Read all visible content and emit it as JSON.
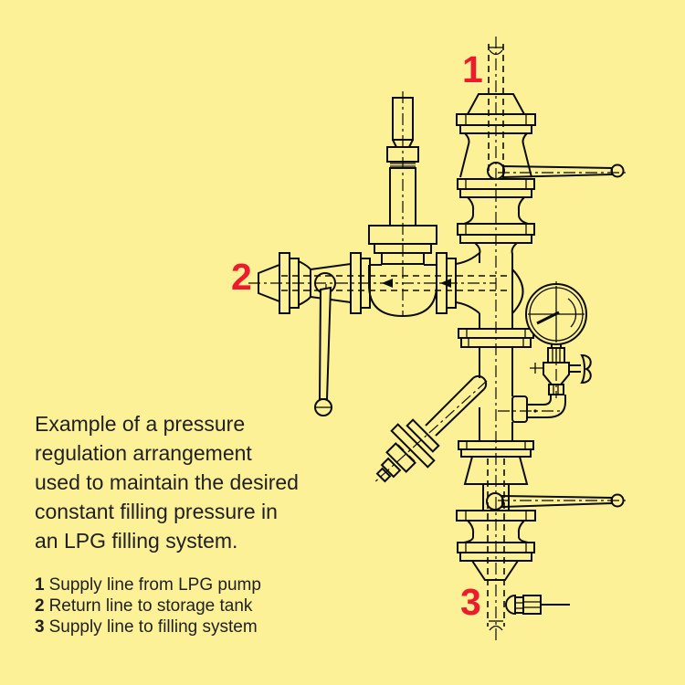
{
  "colors": {
    "bg": "#FCF196",
    "ink": "#0B0B0B",
    "red": "#EC1B2E"
  },
  "description": {
    "lines": [
      "Example of a pressure",
      "regulation arrangement",
      "used to maintain the desired",
      "constant filling pressure in",
      "an LPG filling system."
    ]
  },
  "legend": {
    "items": [
      {
        "num": "1",
        "label": "Supply line from LPG pump"
      },
      {
        "num": "2",
        "label": "Return line to storage tank"
      },
      {
        "num": "3",
        "label": "Supply line to filling system"
      }
    ]
  },
  "callouts": [
    {
      "num": "1"
    },
    {
      "num": "2"
    },
    {
      "num": "3"
    }
  ],
  "diagram": {
    "type": "technical-line-drawing",
    "subject": "LPG filling pressure regulation piping arrangement",
    "components": [
      "supply shut-off valve with lever (line 1, top)",
      "return branch with pressure regulator and ball valve (line 2, left)",
      "pressure gauge with needle valve and elbow connection",
      "diagonal drain valve with flanged joint",
      "filling-line shut-off valve with lever (line 3, bottom)"
    ]
  }
}
